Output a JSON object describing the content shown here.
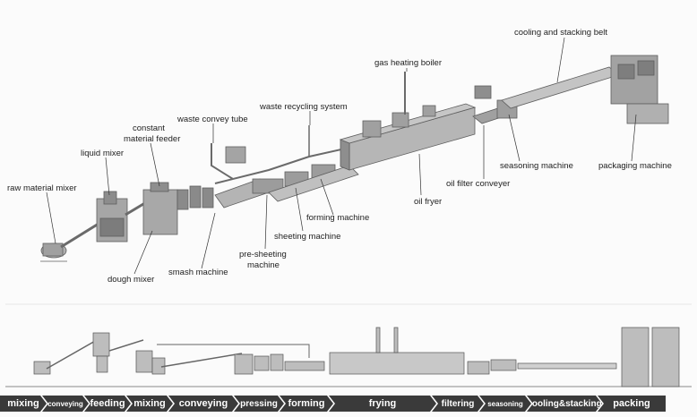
{
  "labels": {
    "raw_material_mixer": "raw material mixer",
    "liquid_mixer": "liquid mixer",
    "constant_material_feeder": [
      "constant",
      "material feeder"
    ],
    "waste_convey_tube": "waste convey tube",
    "waste_recycling_system": "waste recycling system",
    "gas_heating_boiler": "gas heating boiler",
    "cooling_and_stacking_belt": "cooling and stacking belt",
    "seasoning_machine": "seasoning machine",
    "packaging_machine": "packaging machine",
    "oil_filter_conveyer": "oil filter conveyer",
    "oil_fryer": "oil fryer",
    "forming_machine": "forming machine",
    "sheeting_machine": "sheeting machine",
    "pre_sheeting_machine": [
      "pre-sheeting",
      "machine"
    ],
    "smash_machine": "smash machine",
    "dough_mixer": "dough mixer"
  },
  "steps": [
    {
      "label": "mixing",
      "size": 11
    },
    {
      "label": "conveying",
      "size": 8
    },
    {
      "label": "feeding",
      "size": 11
    },
    {
      "label": "mixing",
      "size": 11
    },
    {
      "label": "conveying",
      "size": 11
    },
    {
      "label": "pressing",
      "size": 10
    },
    {
      "label": "forming",
      "size": 11
    },
    {
      "label": "frying",
      "size": 11
    },
    {
      "label": "filtering",
      "size": 10
    },
    {
      "label": "seasoning",
      "size": 8
    },
    {
      "label": "cooling&stacking",
      "size": 10
    },
    {
      "label": "packing",
      "size": 11
    }
  ],
  "colors": {
    "machine": "#8a8a8a",
    "line": "#6a6a6a",
    "step_bg": "#3a3a3a"
  }
}
